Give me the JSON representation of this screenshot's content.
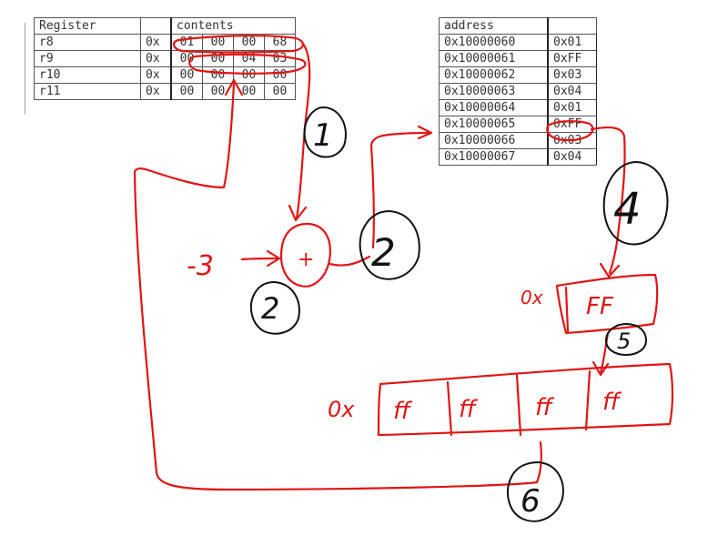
{
  "register_table": {
    "headers": {
      "register": "Register",
      "contents": "contents"
    },
    "prefix": "0x",
    "rows": [
      {
        "name": "r8",
        "bytes": [
          "01",
          "00",
          "00",
          "68"
        ]
      },
      {
        "name": "r9",
        "bytes": [
          "00",
          "00",
          "04",
          "03"
        ]
      },
      {
        "name": "r10",
        "bytes": [
          "00",
          "00",
          "00",
          "00"
        ]
      },
      {
        "name": "r11",
        "bytes": [
          "00",
          "00",
          "00",
          "00"
        ]
      }
    ]
  },
  "memory_table": {
    "headers": {
      "address": "address",
      "value": ""
    },
    "rows": [
      {
        "address": "0x10000060",
        "value": "0x01"
      },
      {
        "address": "0x10000061",
        "value": "0xFF"
      },
      {
        "address": "0x10000062",
        "value": "0x03"
      },
      {
        "address": "0x10000063",
        "value": "0x04"
      },
      {
        "address": "0x10000064",
        "value": "0x01"
      },
      {
        "address": "0x10000065",
        "value": "0xFF"
      },
      {
        "address": "0x10000066",
        "value": "0x03"
      },
      {
        "address": "0x10000067",
        "value": "0x04"
      }
    ]
  },
  "annotations": {
    "step_labels": [
      "1",
      "2",
      "2",
      "4",
      "5",
      "6"
    ],
    "offset_input": "-3",
    "adder_symbol": "+",
    "loaded_byte": {
      "prefix": "0x",
      "value": "FF"
    },
    "sign_extended": {
      "prefix": "0x",
      "bytes": [
        "ff",
        "ff",
        "ff",
        "ff"
      ]
    }
  },
  "colors": {
    "annotation": "#e01515",
    "step_circle": "#111111",
    "table_text": "#333333"
  }
}
